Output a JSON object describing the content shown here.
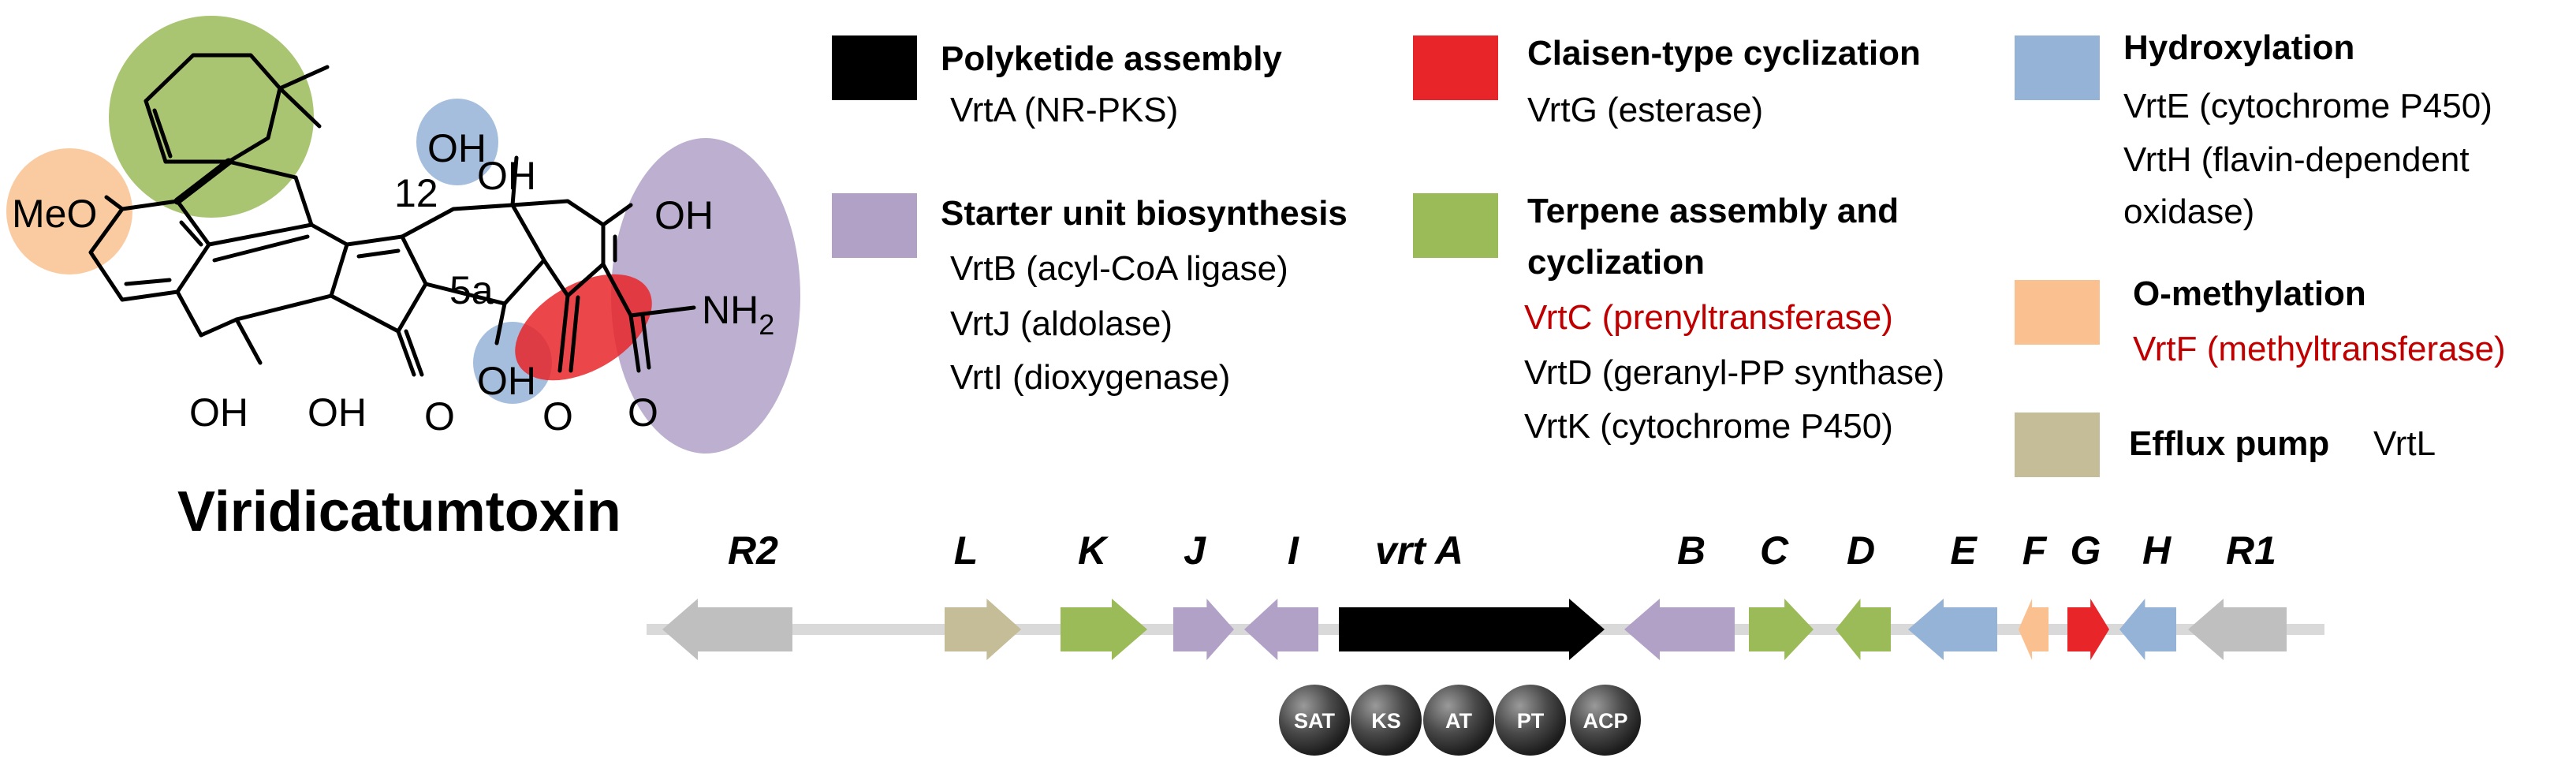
{
  "structure": {
    "name": "Viridicatumtoxin",
    "labels": {
      "meo": "MeO",
      "oh_c12": "OH",
      "oh_c12a": "OH",
      "oh_enol": "OH",
      "oh_c5a": "OH",
      "oh_a": "OH",
      "oh_b": "OH",
      "nh2": "NH",
      "nh2_sub": "2",
      "c12": "12",
      "c5a": "5a",
      "o_a": "O",
      "o_b": "O",
      "o_amide": "O"
    },
    "highlight_colors": {
      "terpene": "#9bbb59",
      "methylation": "#f9c18f",
      "hydroxylation": "#95b3d7",
      "starter": "#b2a1c7",
      "claisen": "#e8262a"
    }
  },
  "legend": [
    {
      "color": "#000000",
      "title": [
        "Polyketide assembly"
      ],
      "enzymes": [
        {
          "text": "VrtA (NR-PKS)",
          "red": false
        }
      ]
    },
    {
      "color": "#b2a1c7",
      "title": [
        "Starter unit biosynthesis"
      ],
      "enzymes": [
        {
          "text": "VrtB (acyl-CoA ligase)",
          "red": false
        },
        {
          "text": "VrtJ (aldolase)",
          "red": false
        },
        {
          "text": "VrtI (dioxygenase)",
          "red": false
        }
      ]
    },
    {
      "color": "#e8262a",
      "title": [
        "Claisen-type cyclization"
      ],
      "enzymes": [
        {
          "text": "VrtG (esterase)",
          "red": false
        }
      ]
    },
    {
      "color": "#9bbb59",
      "title": [
        "Terpene assembly and",
        "cyclization"
      ],
      "enzymes": [
        {
          "text": "VrtC (prenyltransferase)",
          "red": true
        },
        {
          "text": "VrtD (geranyl-PP synthase)",
          "red": false
        },
        {
          "text": "VrtK (cytochrome P450)",
          "red": false
        }
      ]
    },
    {
      "color": "#95b3d7",
      "title": [
        "Hydroxylation"
      ],
      "enzymes": [
        {
          "text": "VrtE (cytochrome P450)",
          "red": false
        },
        {
          "text": "VrtH (flavin-dependent",
          "red": false
        },
        {
          "text": "oxidase)",
          "red": false
        }
      ]
    },
    {
      "color": "#fac090",
      "title": [
        "O-methylation"
      ],
      "enzymes": [
        {
          "text": "VrtF (methyltransferase)",
          "red": true
        }
      ]
    },
    {
      "color": "#c4bd97",
      "title": [
        "Efflux pump"
      ],
      "enzymes": [
        {
          "text": "VrtL",
          "red": false
        }
      ]
    }
  ],
  "gene_cluster": {
    "genes": [
      {
        "label": "R2",
        "color": "#bfbfbf",
        "direction": "left"
      },
      {
        "label": "L",
        "color": "#c4bd97",
        "direction": "right"
      },
      {
        "label": "K",
        "color": "#9bbb59",
        "direction": "right"
      },
      {
        "label": "J",
        "color": "#b2a1c7",
        "direction": "right"
      },
      {
        "label": "I",
        "color": "#b2a1c7",
        "direction": "left"
      },
      {
        "label": "vrt A",
        "color": "#000000",
        "direction": "right"
      },
      {
        "label": "B",
        "color": "#b2a1c7",
        "direction": "left"
      },
      {
        "label": "C",
        "color": "#9bbb59",
        "direction": "right"
      },
      {
        "label": "D",
        "color": "#9bbb59",
        "direction": "left"
      },
      {
        "label": "E",
        "color": "#95b3d7",
        "direction": "left"
      },
      {
        "label": "F",
        "color": "#fac090",
        "direction": "left"
      },
      {
        "label": "G",
        "color": "#e8262a",
        "direction": "right"
      },
      {
        "label": "H",
        "color": "#95b3d7",
        "direction": "left"
      },
      {
        "label": "R1",
        "color": "#bfbfbf",
        "direction": "left"
      }
    ],
    "pks_domains": [
      "SAT",
      "KS",
      "AT",
      "PT",
      "ACP"
    ],
    "backbone_color": "#d9d9d9"
  }
}
